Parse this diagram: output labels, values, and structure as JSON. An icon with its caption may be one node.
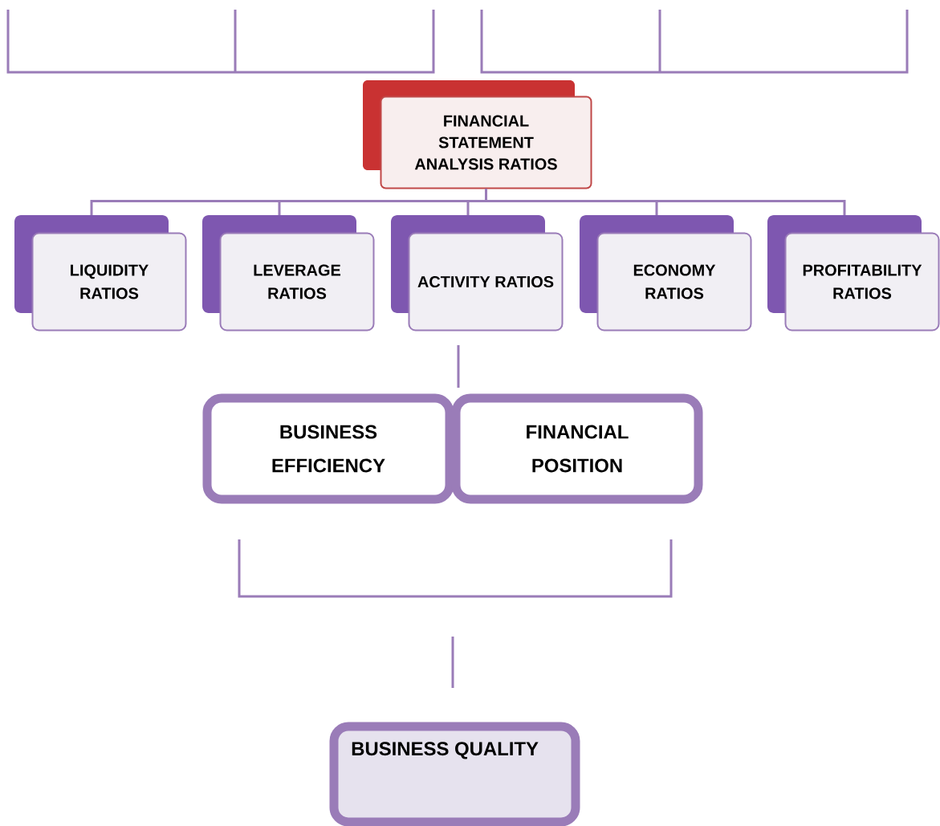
{
  "diagram": {
    "nodes": [
      {
        "text": [
          "FINANCIAL STATEMENT ANALYSIS RATIOS"
        ]
      },
      {
        "text": [
          "LIQUIDITY RATIOS"
        ]
      },
      {
        "text": [
          "LEVERAGE RATIOS"
        ]
      },
      {
        "text": [
          "ACTIVITY RATIOS"
        ]
      },
      {
        "text": [
          "ECONOMY RATIOS"
        ]
      },
      {
        "text": [
          "PROFITABILITY RATIOS"
        ]
      },
      {
        "text": [
          "BUSINESS EFFICIENCY"
        ]
      },
      {
        "text": [
          "FINANCIAL POSITION"
        ]
      },
      {
        "text": [
          "BUSINESS QUALITY"
        ]
      }
    ],
    "edges": [
      {
        "from": 0,
        "to": 1,
        "arrow": "none"
      },
      {
        "from": 0,
        "to": 2,
        "arrow": "none"
      },
      {
        "from": 0,
        "to": 3,
        "arrow": "none"
      },
      {
        "from": 0,
        "to": 4,
        "arrow": "none"
      },
      {
        "from": 0,
        "to": 5,
        "arrow": "none"
      }
    ]
  }
}
